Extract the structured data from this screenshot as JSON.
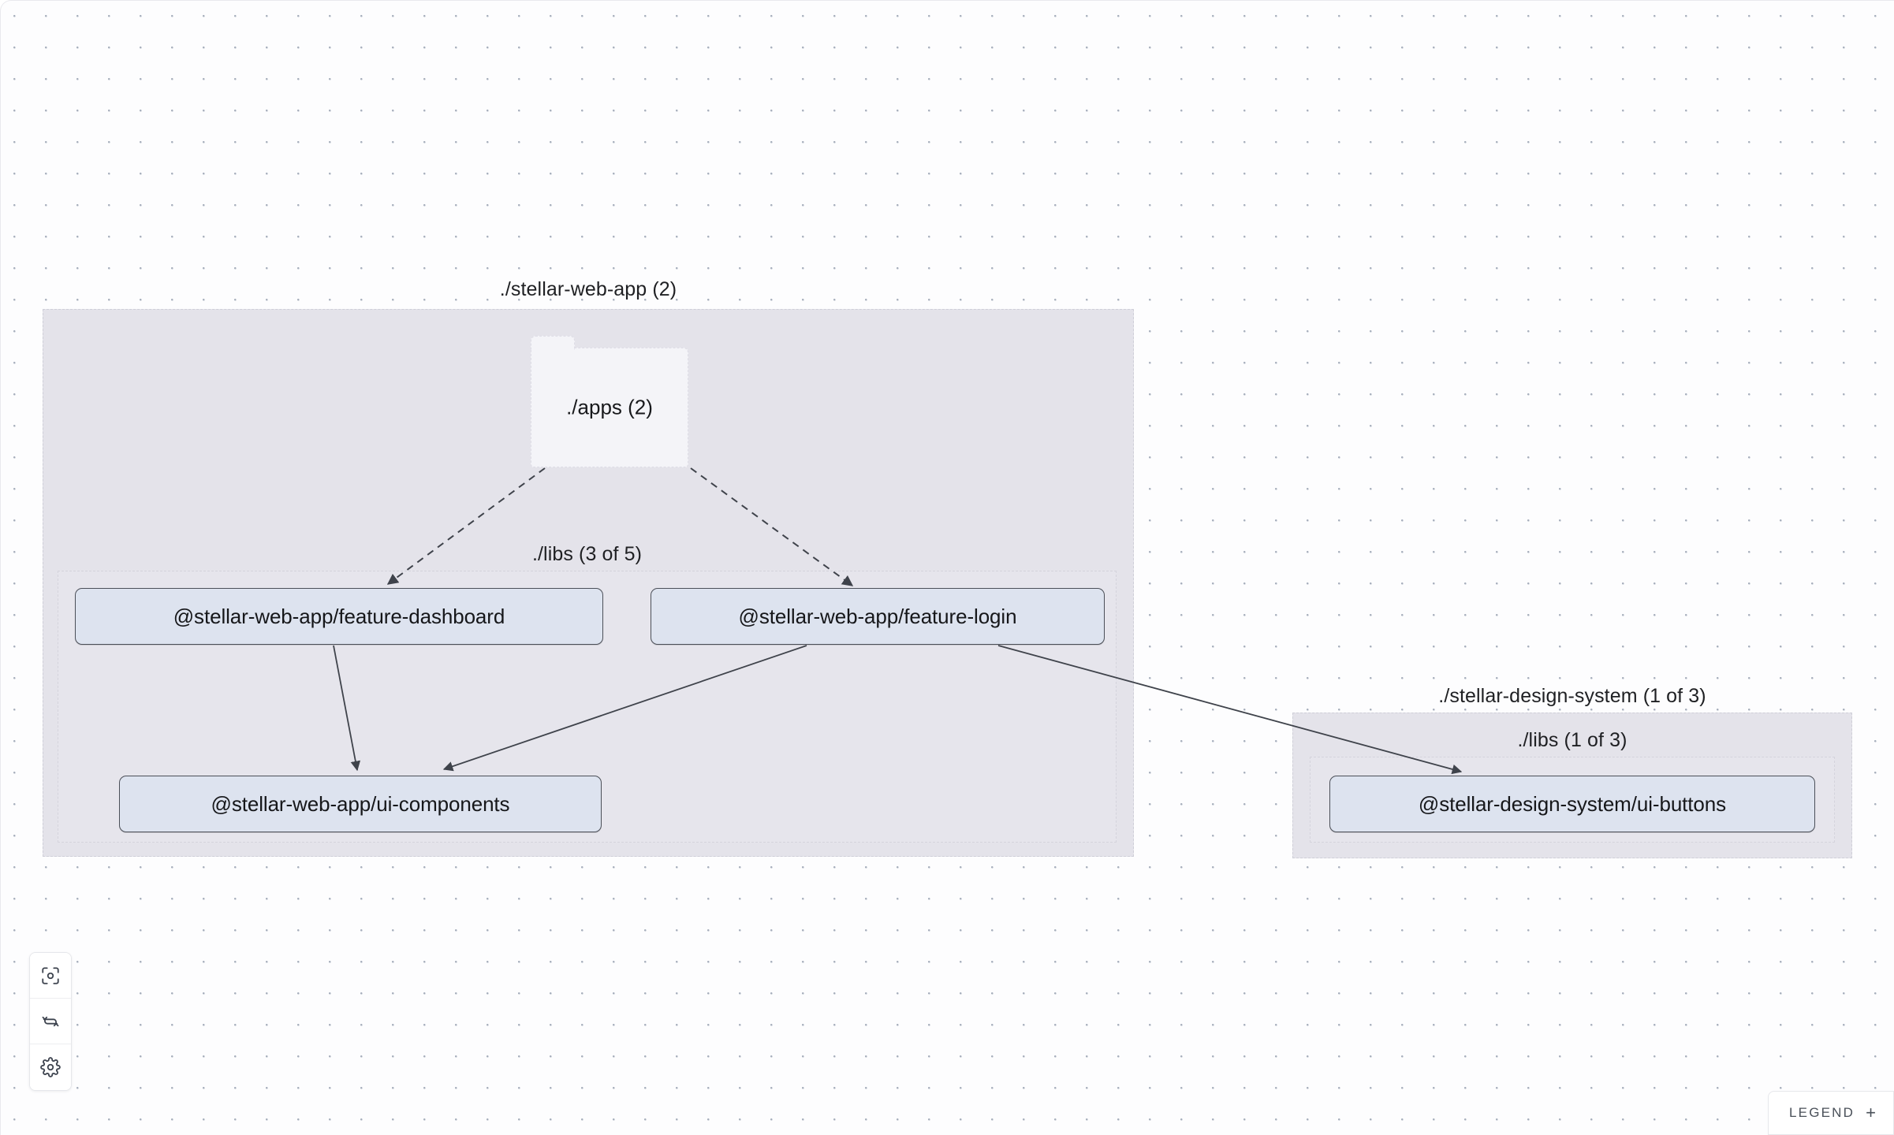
{
  "canvas": {
    "background_color": "#fdfdfe",
    "dot_color": "#a8b0bd",
    "grid_spacing": 40
  },
  "graph": {
    "groups": [
      {
        "id": "stellar-web-app",
        "label": "./stellar-web-app (2)",
        "fill": "#e4e3ea",
        "inner": {
          "id": "stellar-web-app-libs",
          "label": "./libs (3 of 5)"
        }
      },
      {
        "id": "stellar-design-system",
        "label": "./stellar-design-system (1 of 3)",
        "fill": "#e4e3ea",
        "inner": {
          "id": "stellar-design-system-libs",
          "label": "./libs (1 of 3)"
        }
      }
    ],
    "folders": [
      {
        "id": "apps",
        "label": "./apps (2)",
        "fill": "#f4f4f8"
      }
    ],
    "nodes": [
      {
        "id": "feature-dashboard",
        "label": "@stellar-web-app/feature-dashboard",
        "fill": "#dde3ef",
        "border": "#4b4f58"
      },
      {
        "id": "feature-login",
        "label": "@stellar-web-app/feature-login",
        "fill": "#dde3ef",
        "border": "#4b4f58"
      },
      {
        "id": "ui-components",
        "label": "@stellar-web-app/ui-components",
        "fill": "#dde3ef",
        "border": "#4b4f58"
      },
      {
        "id": "ui-buttons",
        "label": "@stellar-design-system/ui-buttons",
        "fill": "#dde3ef",
        "border": "#4b4f58"
      }
    ],
    "edges": [
      {
        "from": "apps",
        "to": "feature-dashboard",
        "style": "dashed"
      },
      {
        "from": "apps",
        "to": "feature-login",
        "style": "dashed"
      },
      {
        "from": "feature-dashboard",
        "to": "ui-components",
        "style": "solid"
      },
      {
        "from": "feature-login",
        "to": "ui-components",
        "style": "solid"
      },
      {
        "from": "feature-login",
        "to": "ui-buttons",
        "style": "solid"
      }
    ],
    "edge_color": "#3f434b"
  },
  "toolbar": {
    "buttons": [
      {
        "id": "focus",
        "icon": "focus-target-icon",
        "title": "Focus"
      },
      {
        "id": "refresh",
        "icon": "refresh-icon",
        "title": "Refresh"
      },
      {
        "id": "settings",
        "icon": "gear-icon",
        "title": "Settings"
      }
    ]
  },
  "legend": {
    "label": "LEGEND",
    "expand_glyph": "+"
  }
}
